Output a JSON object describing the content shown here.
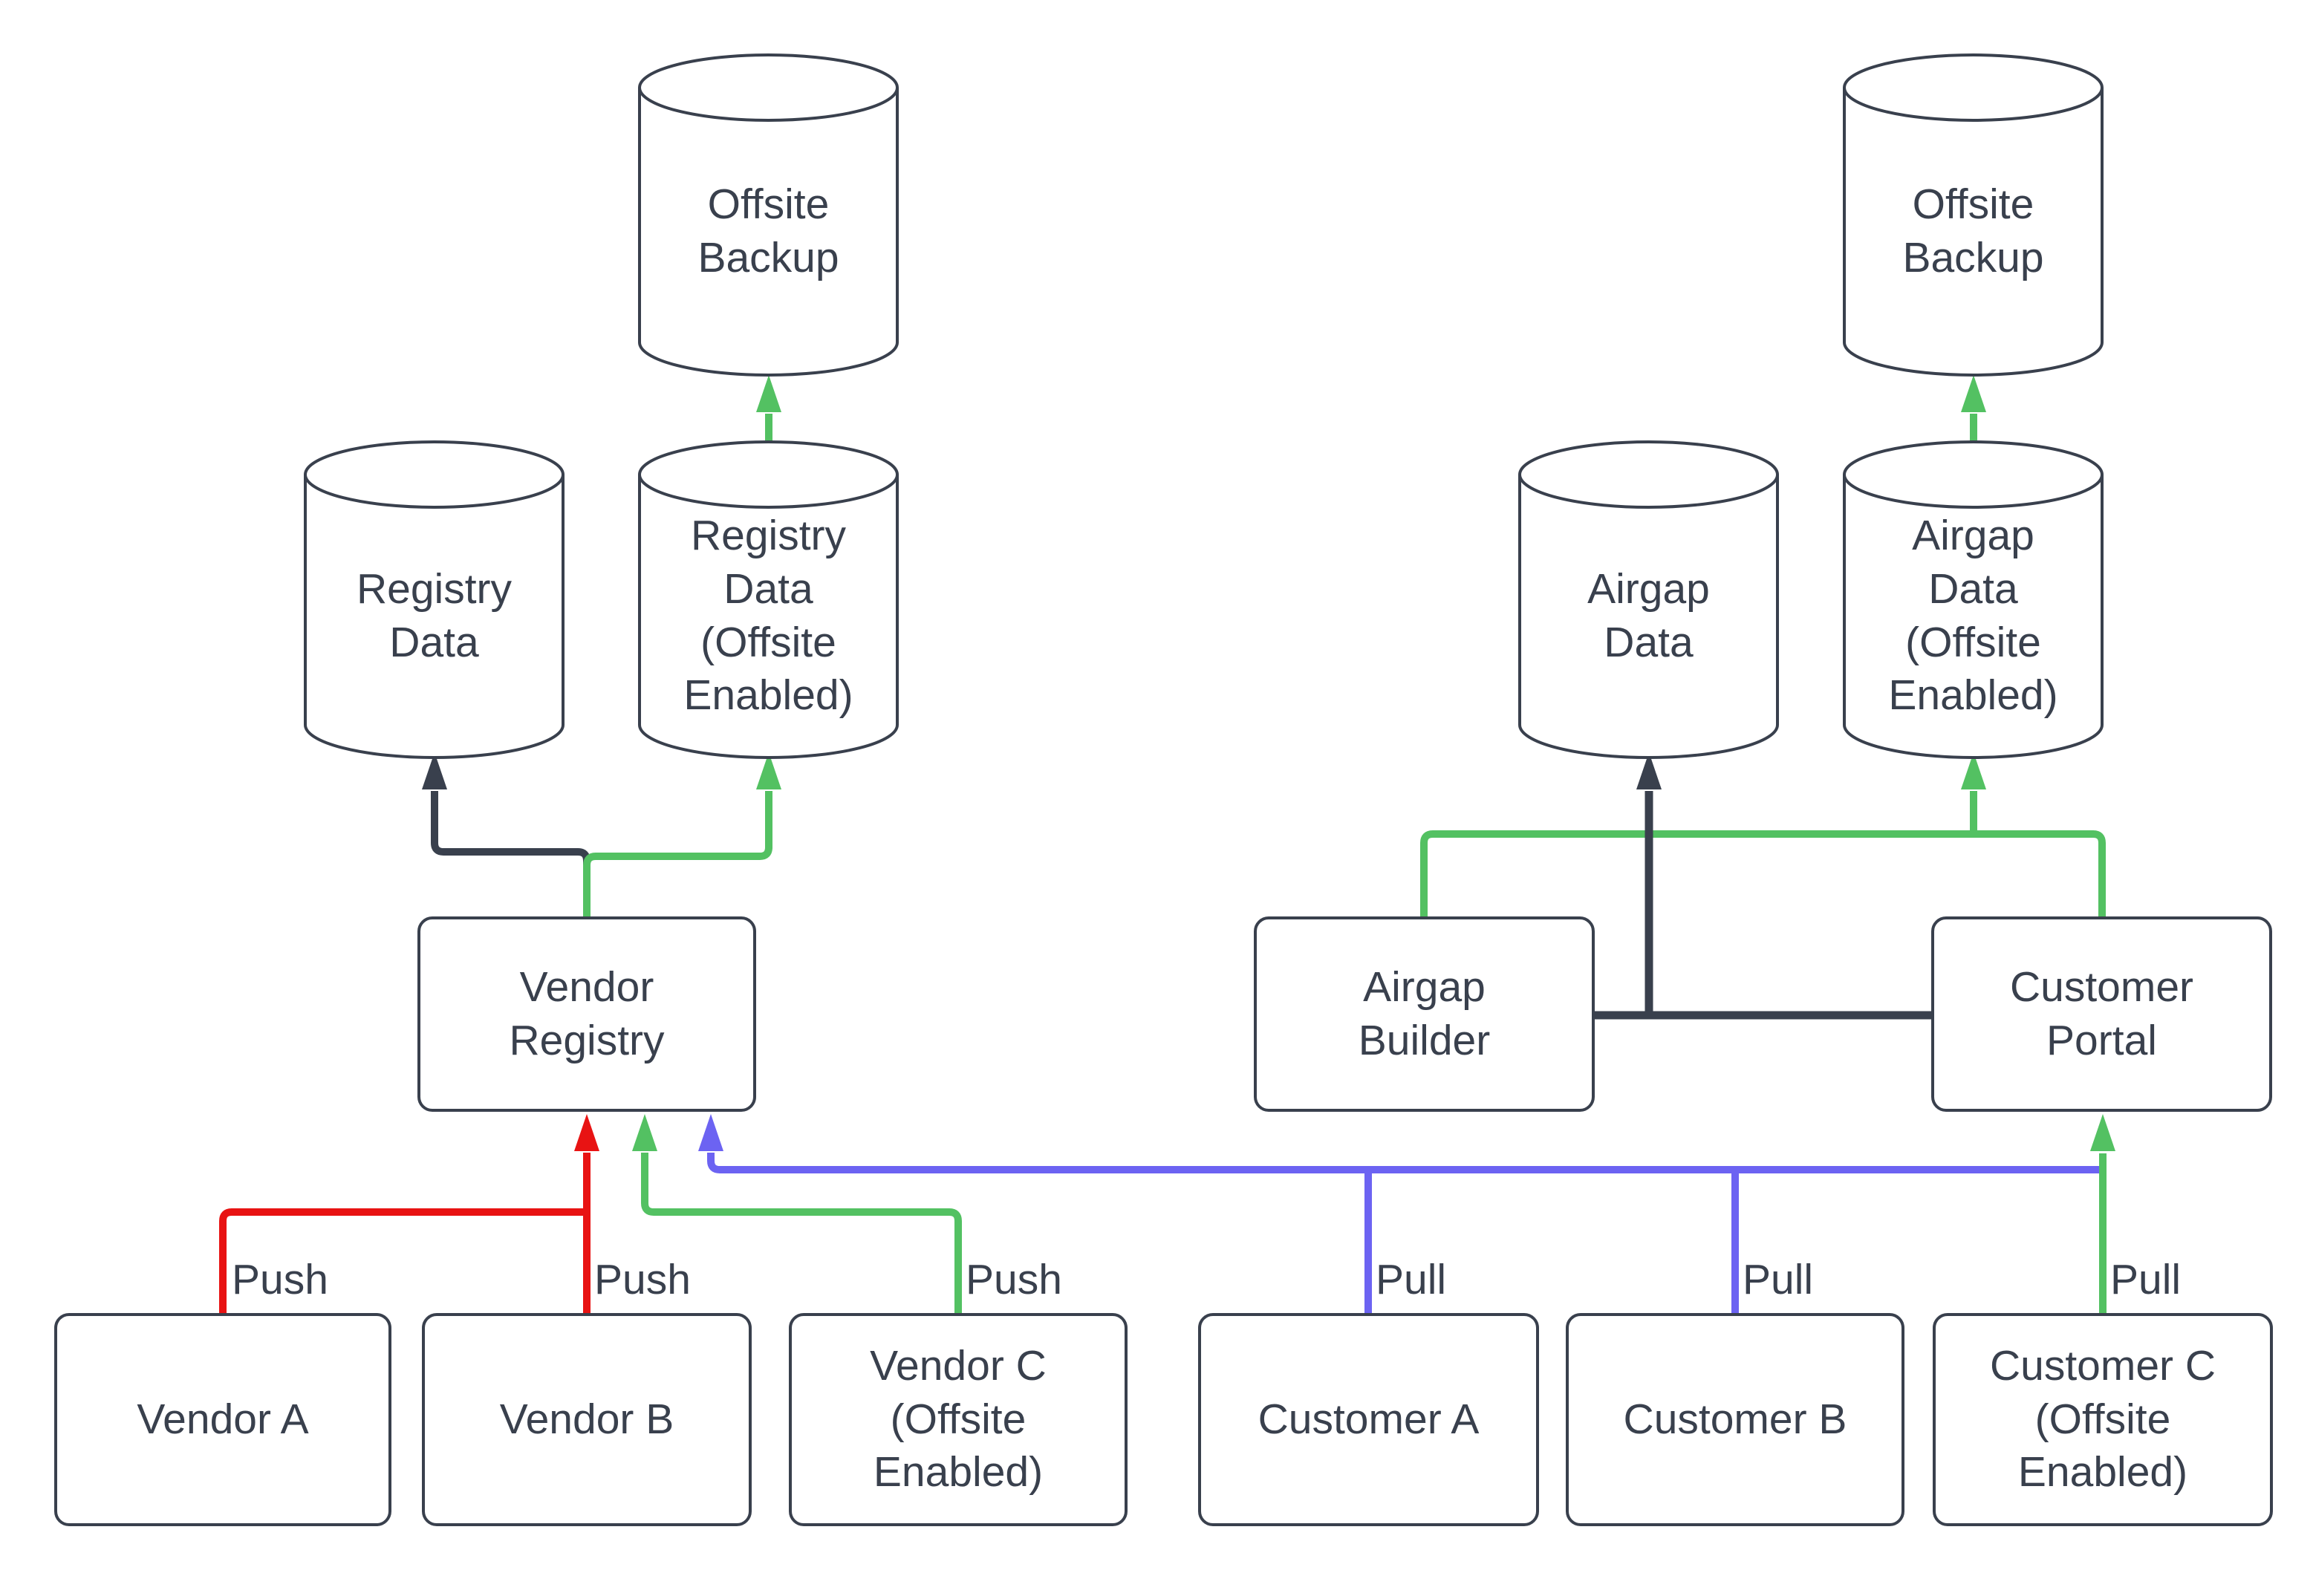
{
  "colors": {
    "dark": "#39404d",
    "green": "#53c162",
    "red": "#e81313",
    "blue": "#6c63f2",
    "background": "#ffffff"
  },
  "nodes": {
    "offsite_backup_left": {
      "label": "Offsite\nBackup",
      "type": "cylinder"
    },
    "registry_data": {
      "label": "Registry\nData",
      "type": "cylinder"
    },
    "registry_data_offsite": {
      "label": "Registry\nData\n(Offsite\nEnabled)",
      "type": "cylinder"
    },
    "vendor_registry": {
      "label": "Vendor\nRegistry",
      "type": "box"
    },
    "vendor_a": {
      "label": "Vendor A",
      "type": "box"
    },
    "vendor_b": {
      "label": "Vendor B",
      "type": "box"
    },
    "vendor_c": {
      "label": "Vendor C\n(Offsite\nEnabled)",
      "type": "box"
    },
    "offsite_backup_right": {
      "label": "Offsite\nBackup",
      "type": "cylinder"
    },
    "airgap_data": {
      "label": "Airgap\nData",
      "type": "cylinder"
    },
    "airgap_data_offsite": {
      "label": "Airgap\nData\n(Offsite\nEnabled)",
      "type": "cylinder"
    },
    "airgap_builder": {
      "label": "Airgap\nBuilder",
      "type": "box"
    },
    "customer_portal": {
      "label": "Customer\nPortal",
      "type": "box"
    },
    "customer_a": {
      "label": "Customer A",
      "type": "box"
    },
    "customer_b": {
      "label": "Customer B",
      "type": "box"
    },
    "customer_c": {
      "label": "Customer C\n(Offsite\nEnabled)",
      "type": "box"
    }
  },
  "edges": [
    {
      "from": "vendor_a",
      "to": "vendor_registry",
      "label": "Push",
      "color": "red"
    },
    {
      "from": "vendor_b",
      "to": "vendor_registry",
      "label": "Push",
      "color": "red"
    },
    {
      "from": "vendor_c",
      "to": "vendor_registry",
      "label": "Push",
      "color": "green"
    },
    {
      "from": "customer_a",
      "to": "vendor_registry",
      "label": "Pull",
      "color": "blue"
    },
    {
      "from": "customer_b",
      "to": "vendor_registry",
      "label": "Pull",
      "color": "blue"
    },
    {
      "from": "customer_c",
      "to": "customer_portal",
      "label": "Pull",
      "color": "green"
    },
    {
      "from": "vendor_registry",
      "to": "registry_data",
      "label": "",
      "color": "dark"
    },
    {
      "from": "vendor_registry",
      "to": "registry_data_offsite",
      "label": "",
      "color": "green"
    },
    {
      "from": "registry_data_offsite",
      "to": "offsite_backup_left",
      "label": "",
      "color": "green"
    },
    {
      "from": "airgap_builder",
      "to": "airgap_data",
      "label": "",
      "color": "dark"
    },
    {
      "from": "customer_portal",
      "to": "airgap_data",
      "label": "",
      "color": "dark"
    },
    {
      "from": "airgap_builder",
      "to": "airgap_data_offsite",
      "label": "",
      "color": "green"
    },
    {
      "from": "customer_portal",
      "to": "airgap_data_offsite",
      "label": "",
      "color": "green"
    },
    {
      "from": "airgap_data_offsite",
      "to": "offsite_backup_right",
      "label": "",
      "color": "green"
    }
  ]
}
